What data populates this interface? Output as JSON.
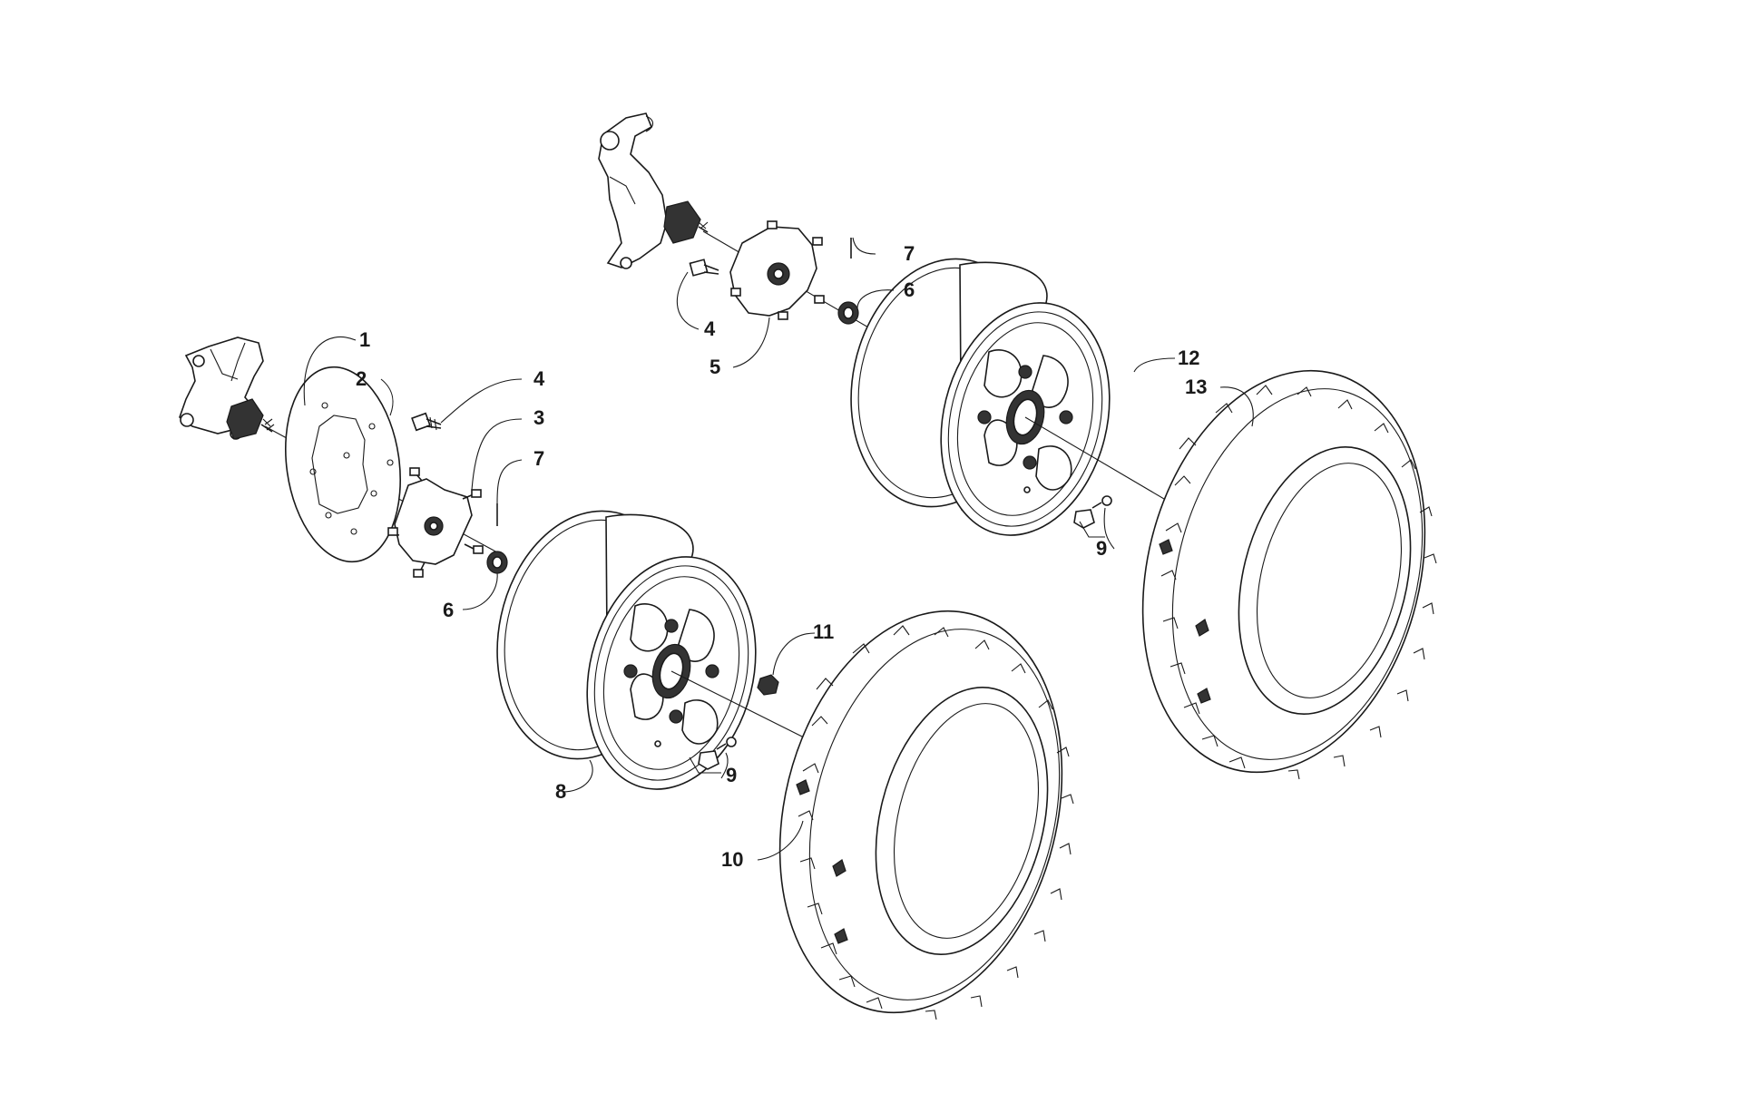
{
  "callouts": [
    {
      "id": "c1",
      "label": "1"
    },
    {
      "id": "c2",
      "label": "2"
    },
    {
      "id": "c3",
      "label": "3"
    },
    {
      "id": "c4a",
      "label": "4"
    },
    {
      "id": "c4b",
      "label": "4"
    },
    {
      "id": "c5",
      "label": "5"
    },
    {
      "id": "c6a",
      "label": "6"
    },
    {
      "id": "c6b",
      "label": "6"
    },
    {
      "id": "c7a",
      "label": "7"
    },
    {
      "id": "c7b",
      "label": "7"
    },
    {
      "id": "c8",
      "label": "8"
    },
    {
      "id": "c9a",
      "label": "9"
    },
    {
      "id": "c9b",
      "label": "9"
    },
    {
      "id": "c10",
      "label": "10"
    },
    {
      "id": "c11",
      "label": "11"
    },
    {
      "id": "c12",
      "label": "12"
    },
    {
      "id": "c13",
      "label": "13"
    }
  ]
}
